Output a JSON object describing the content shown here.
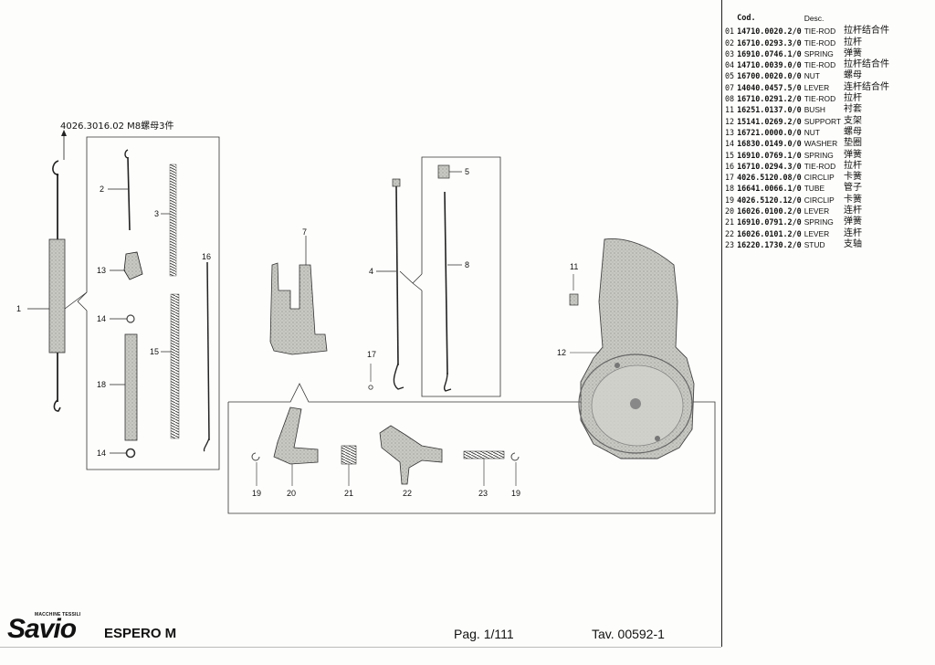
{
  "callout_top": "4026.3016.02 M8螺母3件",
  "part_labels": {
    "p1": "1",
    "p2": "2",
    "p3": "3",
    "p4": "4",
    "p5": "5",
    "p7": "7",
    "p8": "8",
    "p11": "11",
    "p12": "12",
    "p13": "13",
    "p14a": "14",
    "p14b": "14",
    "p15": "15",
    "p16": "16",
    "p17": "17",
    "p18": "18",
    "p19a": "19",
    "p20": "20",
    "p21": "21",
    "p22": "22",
    "p23": "23",
    "p19b": "19"
  },
  "parts_table": {
    "header_code": "Cod.",
    "header_desc": "Desc.",
    "rows": [
      {
        "num": "01",
        "code": "14710.0020.2/0",
        "desc": "TIE-ROD",
        "zh": "拉杆结合件"
      },
      {
        "num": "02",
        "code": "16710.0293.3/0",
        "desc": "TIE-ROD",
        "zh": "拉杆"
      },
      {
        "num": "03",
        "code": "16910.0746.1/0",
        "desc": "SPRING",
        "zh": "弹簧"
      },
      {
        "num": "04",
        "code": "14710.0039.0/0",
        "desc": "TIE-ROD",
        "zh": "拉杆结合件"
      },
      {
        "num": "05",
        "code": "16700.0020.0/0",
        "desc": "NUT",
        "zh": "螺母"
      },
      {
        "num": "07",
        "code": "14040.0457.5/0",
        "desc": "LEVER",
        "zh": "连杆结合件"
      },
      {
        "num": "08",
        "code": "16710.0291.2/0",
        "desc": "TIE-ROD",
        "zh": "拉杆"
      },
      {
        "num": "11",
        "code": "16251.0137.0/0",
        "desc": "BUSH",
        "zh": "衬套"
      },
      {
        "num": "12",
        "code": "15141.0269.2/0",
        "desc": "SUPPORT",
        "zh": "支架"
      },
      {
        "num": "13",
        "code": "16721.0000.0/0",
        "desc": "NUT",
        "zh": "螺母"
      },
      {
        "num": "14",
        "code": "16830.0149.0/0",
        "desc": "WASHER",
        "zh": "垫圈"
      },
      {
        "num": "15",
        "code": "16910.0769.1/0",
        "desc": "SPRING",
        "zh": "弹簧"
      },
      {
        "num": "16",
        "code": "16710.0294.3/0",
        "desc": "TIE-ROD",
        "zh": "拉杆"
      },
      {
        "num": "17",
        "code": "4026.5120.08/0",
        "desc": "CIRCLIP",
        "zh": "卡簧"
      },
      {
        "num": "18",
        "code": "16641.0066.1/0",
        "desc": "TUBE",
        "zh": "管子"
      },
      {
        "num": "19",
        "code": "4026.5120.12/0",
        "desc": "CIRCLIP",
        "zh": "卡簧"
      },
      {
        "num": "20",
        "code": "16026.0100.2/0",
        "desc": "LEVER",
        "zh": "连杆"
      },
      {
        "num": "21",
        "code": "16910.0791.2/0",
        "desc": "SPRING",
        "zh": "弹簧"
      },
      {
        "num": "22",
        "code": "16026.0101.2/0",
        "desc": "LEVER",
        "zh": "连杆"
      },
      {
        "num": "23",
        "code": "16220.1730.2/0",
        "desc": "STUD",
        "zh": "支轴"
      }
    ]
  },
  "footer": {
    "brand_small": "MACCHINE TESSILI",
    "brand": "Savio",
    "model": "ESPERO M",
    "page": "Pag. 1/111",
    "table_no": "Tav. 00592-1"
  }
}
